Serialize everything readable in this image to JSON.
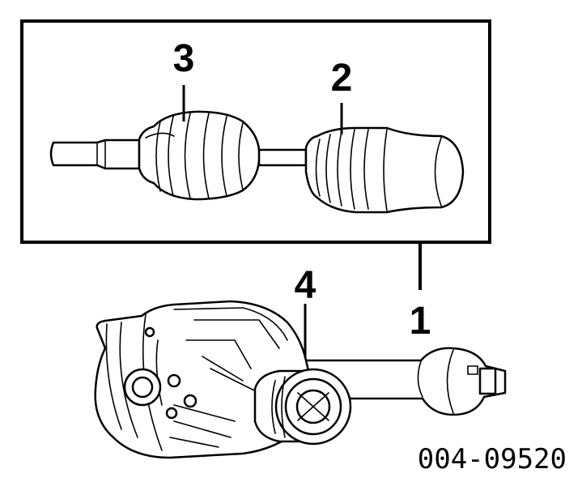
{
  "callouts": {
    "c1": "1",
    "c2": "2",
    "c3": "3",
    "c4": "4"
  },
  "figure_code": "004-09520",
  "colors": {
    "ink": "#000000",
    "paper": "#ffffff"
  }
}
